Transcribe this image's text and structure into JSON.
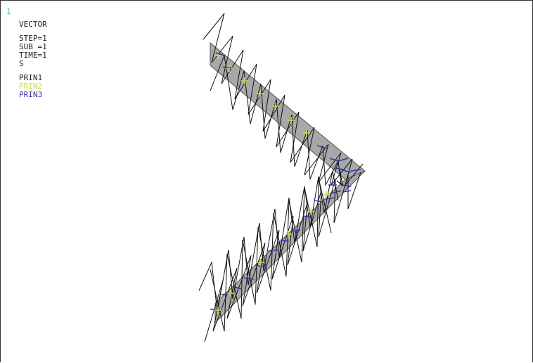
{
  "window_number": "1",
  "plot": {
    "title": "VECTOR",
    "step": "STEP=1",
    "sub": "SUB =1",
    "time": "TIME=1",
    "item": "S"
  },
  "legend": [
    {
      "label": "PRIN1",
      "color": "#222222"
    },
    {
      "label": "PRIN2",
      "color": "#c8e04a"
    },
    {
      "label": "PRIN3",
      "color": "#3333aa"
    }
  ],
  "colors": {
    "element_fill": "#a8a8a8",
    "prin1": "#222222",
    "prin2": "#c8e04a",
    "prin3": "#3333aa"
  }
}
